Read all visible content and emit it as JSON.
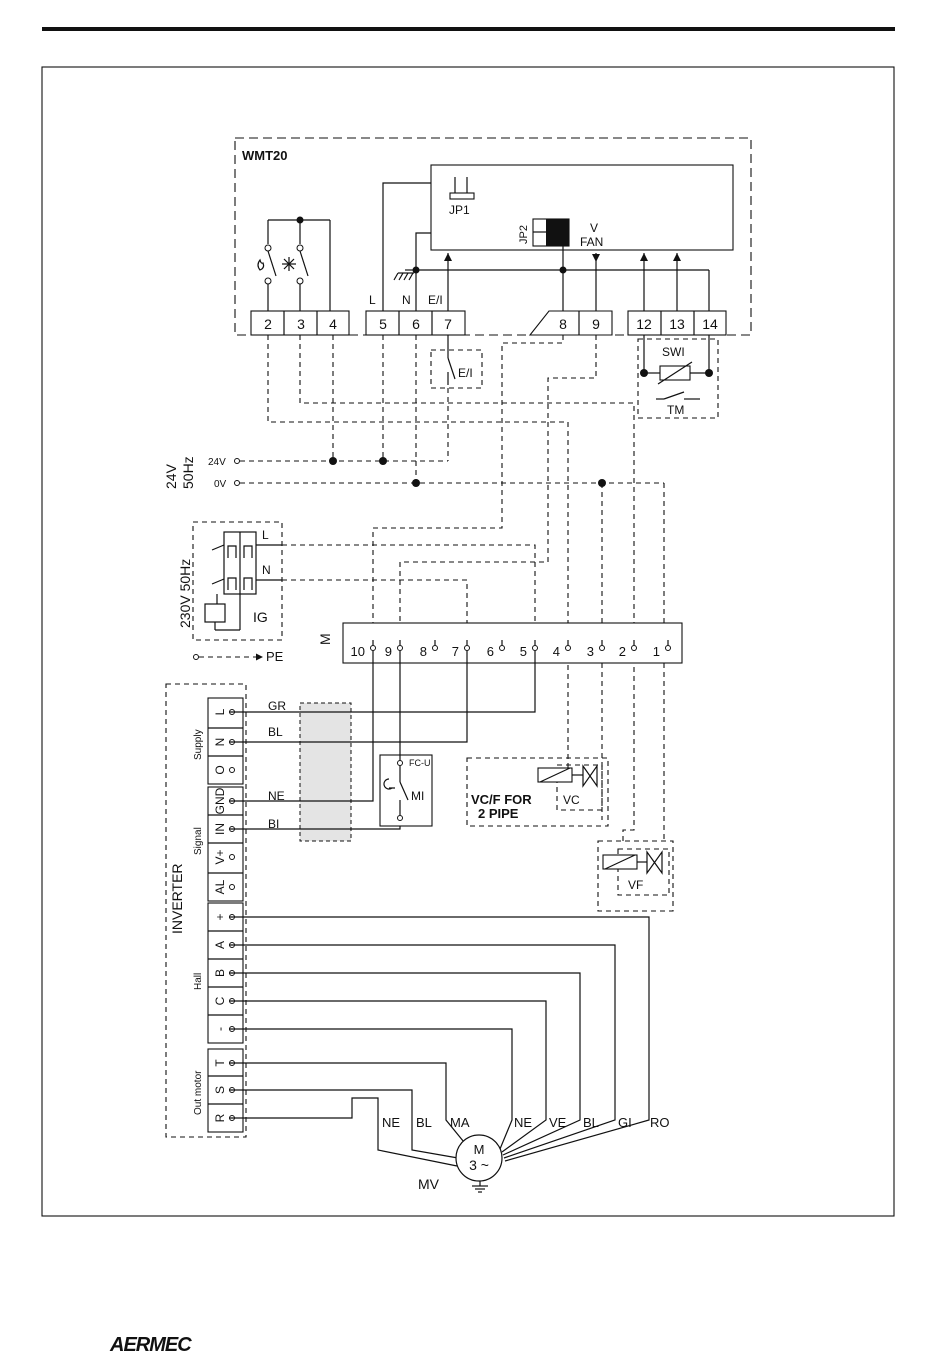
{
  "header": {
    "logo": "AERMEC"
  },
  "controller": {
    "name": "WMT20",
    "jp1": "JP1",
    "jp2": "JP2",
    "fan": [
      "V",
      "FAN"
    ],
    "top_labels": {
      "l": "L",
      "n": "N",
      "ei": "E/I"
    },
    "terminals": [
      "2",
      "3",
      "4",
      "5",
      "6",
      "7",
      "8",
      "9",
      "12",
      "13",
      "14"
    ]
  },
  "ei_switch": "E/I",
  "swi": "SWI",
  "tm": "TM",
  "supply_24v": {
    "v24": "24V",
    "v0": "0V",
    "rail_24v": "24V",
    "rail_0v": "0V",
    "freq": "50Hz"
  },
  "mains": {
    "voltage": "230V 50Hz",
    "l": "L",
    "n": "N",
    "ig": "IG",
    "pe": "PE"
  },
  "m_block": {
    "label": "M",
    "terminals": [
      "10",
      "9",
      "8",
      "7",
      "6",
      "5",
      "4",
      "3",
      "2",
      "1"
    ]
  },
  "inverter": {
    "title": "INVERTER",
    "groups": [
      "Supply",
      "Signal",
      "Hall",
      "Out motor"
    ],
    "terminals": [
      "L",
      "N",
      "O",
      "GND",
      "IN",
      "V+",
      "AL",
      "+",
      "A",
      "B",
      "C",
      "-",
      "T",
      "S",
      "R"
    ]
  },
  "wires": {
    "gr": "GR",
    "bl": "BL",
    "ne": "NE",
    "bi": "BI"
  },
  "mi": {
    "fc": "FC-U",
    "label": "MI"
  },
  "vc": {
    "title": [
      "VC/F FOR",
      "2 PIPE"
    ],
    "label": "VC"
  },
  "vf": {
    "label": "VF"
  },
  "motor": {
    "wire_labels": [
      "NE",
      "BL",
      "MA",
      "NE",
      "VE",
      "BL",
      "GI",
      "RO"
    ],
    "m": "M",
    "phase": "3 ~",
    "name": "MV"
  }
}
